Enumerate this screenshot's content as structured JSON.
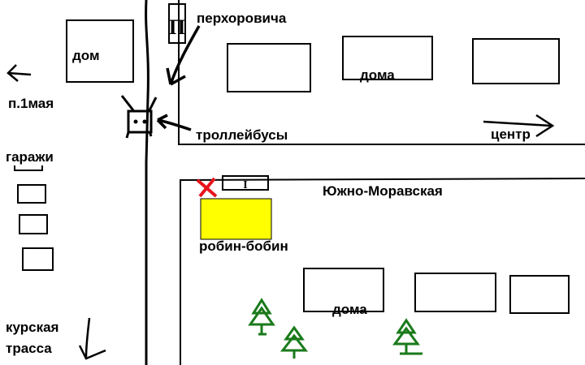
{
  "labels": {
    "house_top_left": "дом",
    "street_perkhorovicha": "перхоровича",
    "houses_top": "дома",
    "p1maya": "п.1мая",
    "trolleybuses": "троллейбусы",
    "center": "центр",
    "garages": "гаражи",
    "street_yuzhno_moravskaya": "Южно-Моравская",
    "robin_bobin": "робин-бобин",
    "houses_bottom": "дома",
    "kurskaya_trassa_1": "курская",
    "kurskaya_trassa_2": "трасса"
  },
  "colors": {
    "target": "#ffff00",
    "marker": "#e8141c",
    "trees": "#1a7a1a"
  }
}
